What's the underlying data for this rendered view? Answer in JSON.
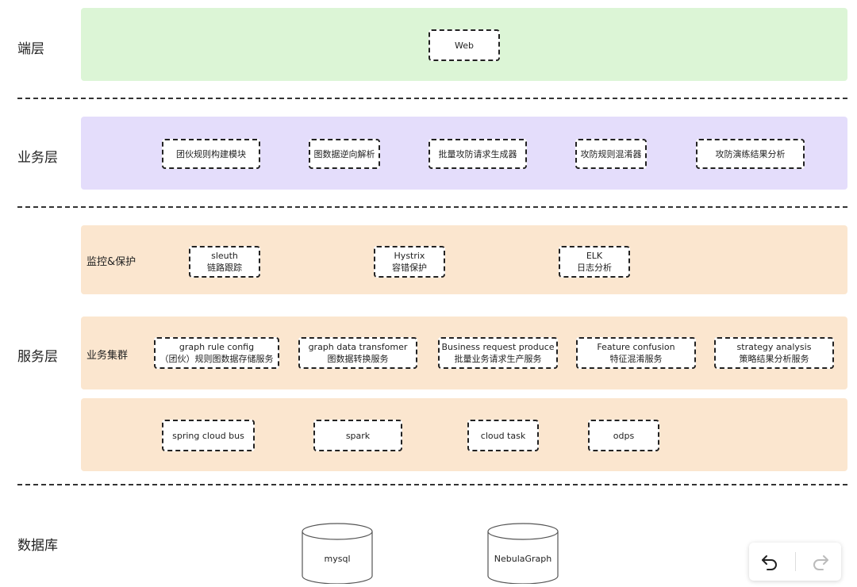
{
  "layers": {
    "client": "端层",
    "business": "业务层",
    "service": "服务层",
    "database": "数据库"
  },
  "client": {
    "web": "Web"
  },
  "business": {
    "modules": [
      "团伙规则构建模块",
      "图数据逆向解析",
      "批量攻防请求生成器",
      "攻防规则混淆器",
      "攻防演练结果分析"
    ]
  },
  "monitor": {
    "label": "监控&保护",
    "items": [
      {
        "title": "sleuth",
        "sub": "链路跟踪"
      },
      {
        "title": "Hystrix",
        "sub": "容错保护"
      },
      {
        "title": "ELK",
        "sub": "日志分析"
      }
    ]
  },
  "cluster": {
    "label": "业务集群",
    "items": [
      {
        "title": "graph rule config",
        "sub": "（团伙）规则图数据存储服务"
      },
      {
        "title": "graph data transfomer",
        "sub": "图数据转换服务"
      },
      {
        "title": "Business request produce",
        "sub": "批量业务请求生产服务"
      },
      {
        "title": "Feature confusion",
        "sub": "特征混淆服务"
      },
      {
        "title": "strategy analysis",
        "sub": "策略结果分析服务"
      }
    ]
  },
  "infra": {
    "items": [
      "spring cloud bus",
      "spark",
      "cloud task",
      "odps"
    ]
  },
  "databases": [
    "mysql",
    "NebulaGraph"
  ],
  "toolbar": {
    "undo_icon": "undo-icon",
    "redo_icon": "redo-icon"
  },
  "colors": {
    "client_band": "#dcf5d6",
    "business_band": "#e4ddfb",
    "service_band": "#fbe6cf"
  }
}
